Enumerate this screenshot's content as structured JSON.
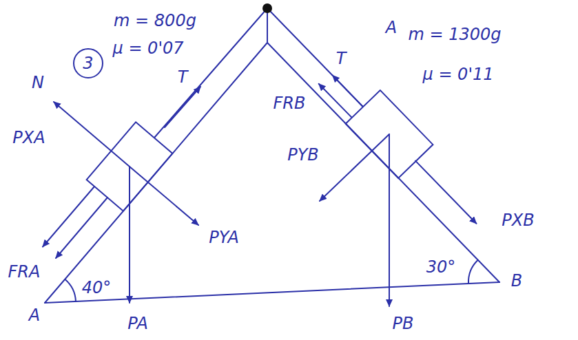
{
  "diagram": {
    "labels": [
      "3",
      "m = 800g",
      "μ = 0'07",
      "N",
      "T",
      "T",
      "FRB",
      "m = 1300g",
      "μ = 0'11",
      "A",
      "PXA",
      "FRA",
      "40°",
      "PYA",
      "PA",
      "PYB",
      "PXB",
      "30°",
      "PB",
      "A",
      "B"
    ]
  }
}
